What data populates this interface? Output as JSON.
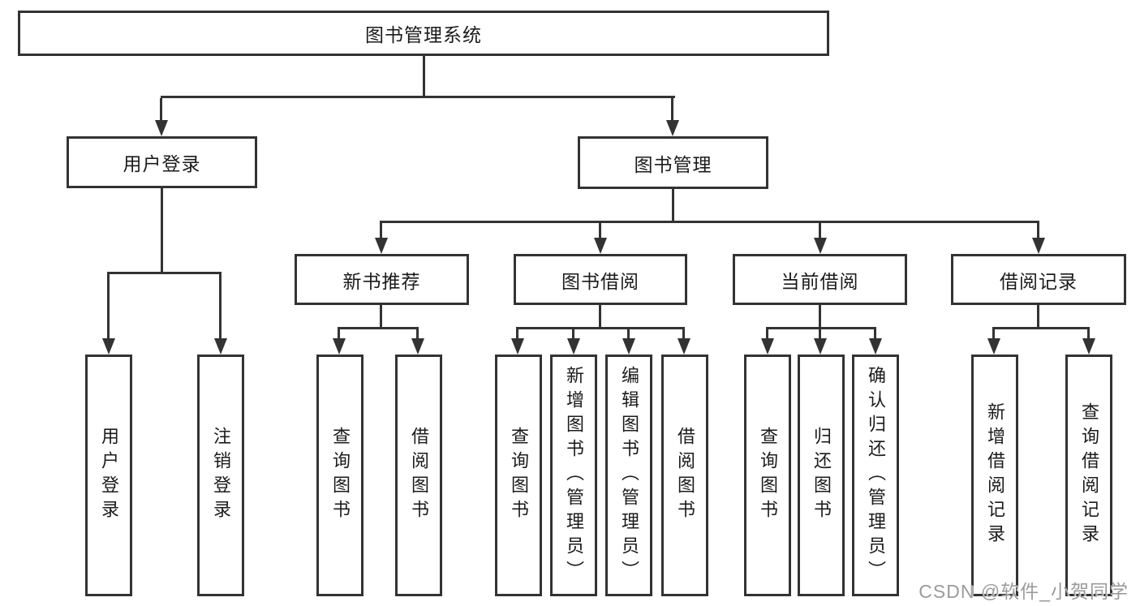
{
  "tree": {
    "root_label": "图书管理系统",
    "branches": [
      {
        "label": "用户登录",
        "children": [
          {
            "label": "用户登录"
          },
          {
            "label": "注销登录"
          }
        ]
      },
      {
        "label": "图书管理",
        "sections": [
          {
            "label": "新书推荐",
            "children": [
              {
                "label": "查询图书"
              },
              {
                "label": "借阅图书"
              }
            ]
          },
          {
            "label": "图书借阅",
            "children": [
              {
                "label": "查询图书"
              },
              {
                "label": "新增图书（管理员）"
              },
              {
                "label": "编辑图书（管理员）"
              },
              {
                "label": "借阅图书"
              }
            ]
          },
          {
            "label": "当前借阅",
            "children": [
              {
                "label": "查询图书"
              },
              {
                "label": "归还图书"
              },
              {
                "label": "确认归还（管理员）"
              }
            ]
          },
          {
            "label": "借阅记录",
            "children": [
              {
                "label": "新增借阅记录"
              },
              {
                "label": "查询借阅记录"
              }
            ]
          }
        ]
      }
    ]
  },
  "watermark": {
    "text": "CSDN @软件_小贺同学"
  },
  "colors": {
    "line": "#333333",
    "text": "#1b1b1b",
    "watermark": "#9b9b9b",
    "background": "#ffffff"
  }
}
